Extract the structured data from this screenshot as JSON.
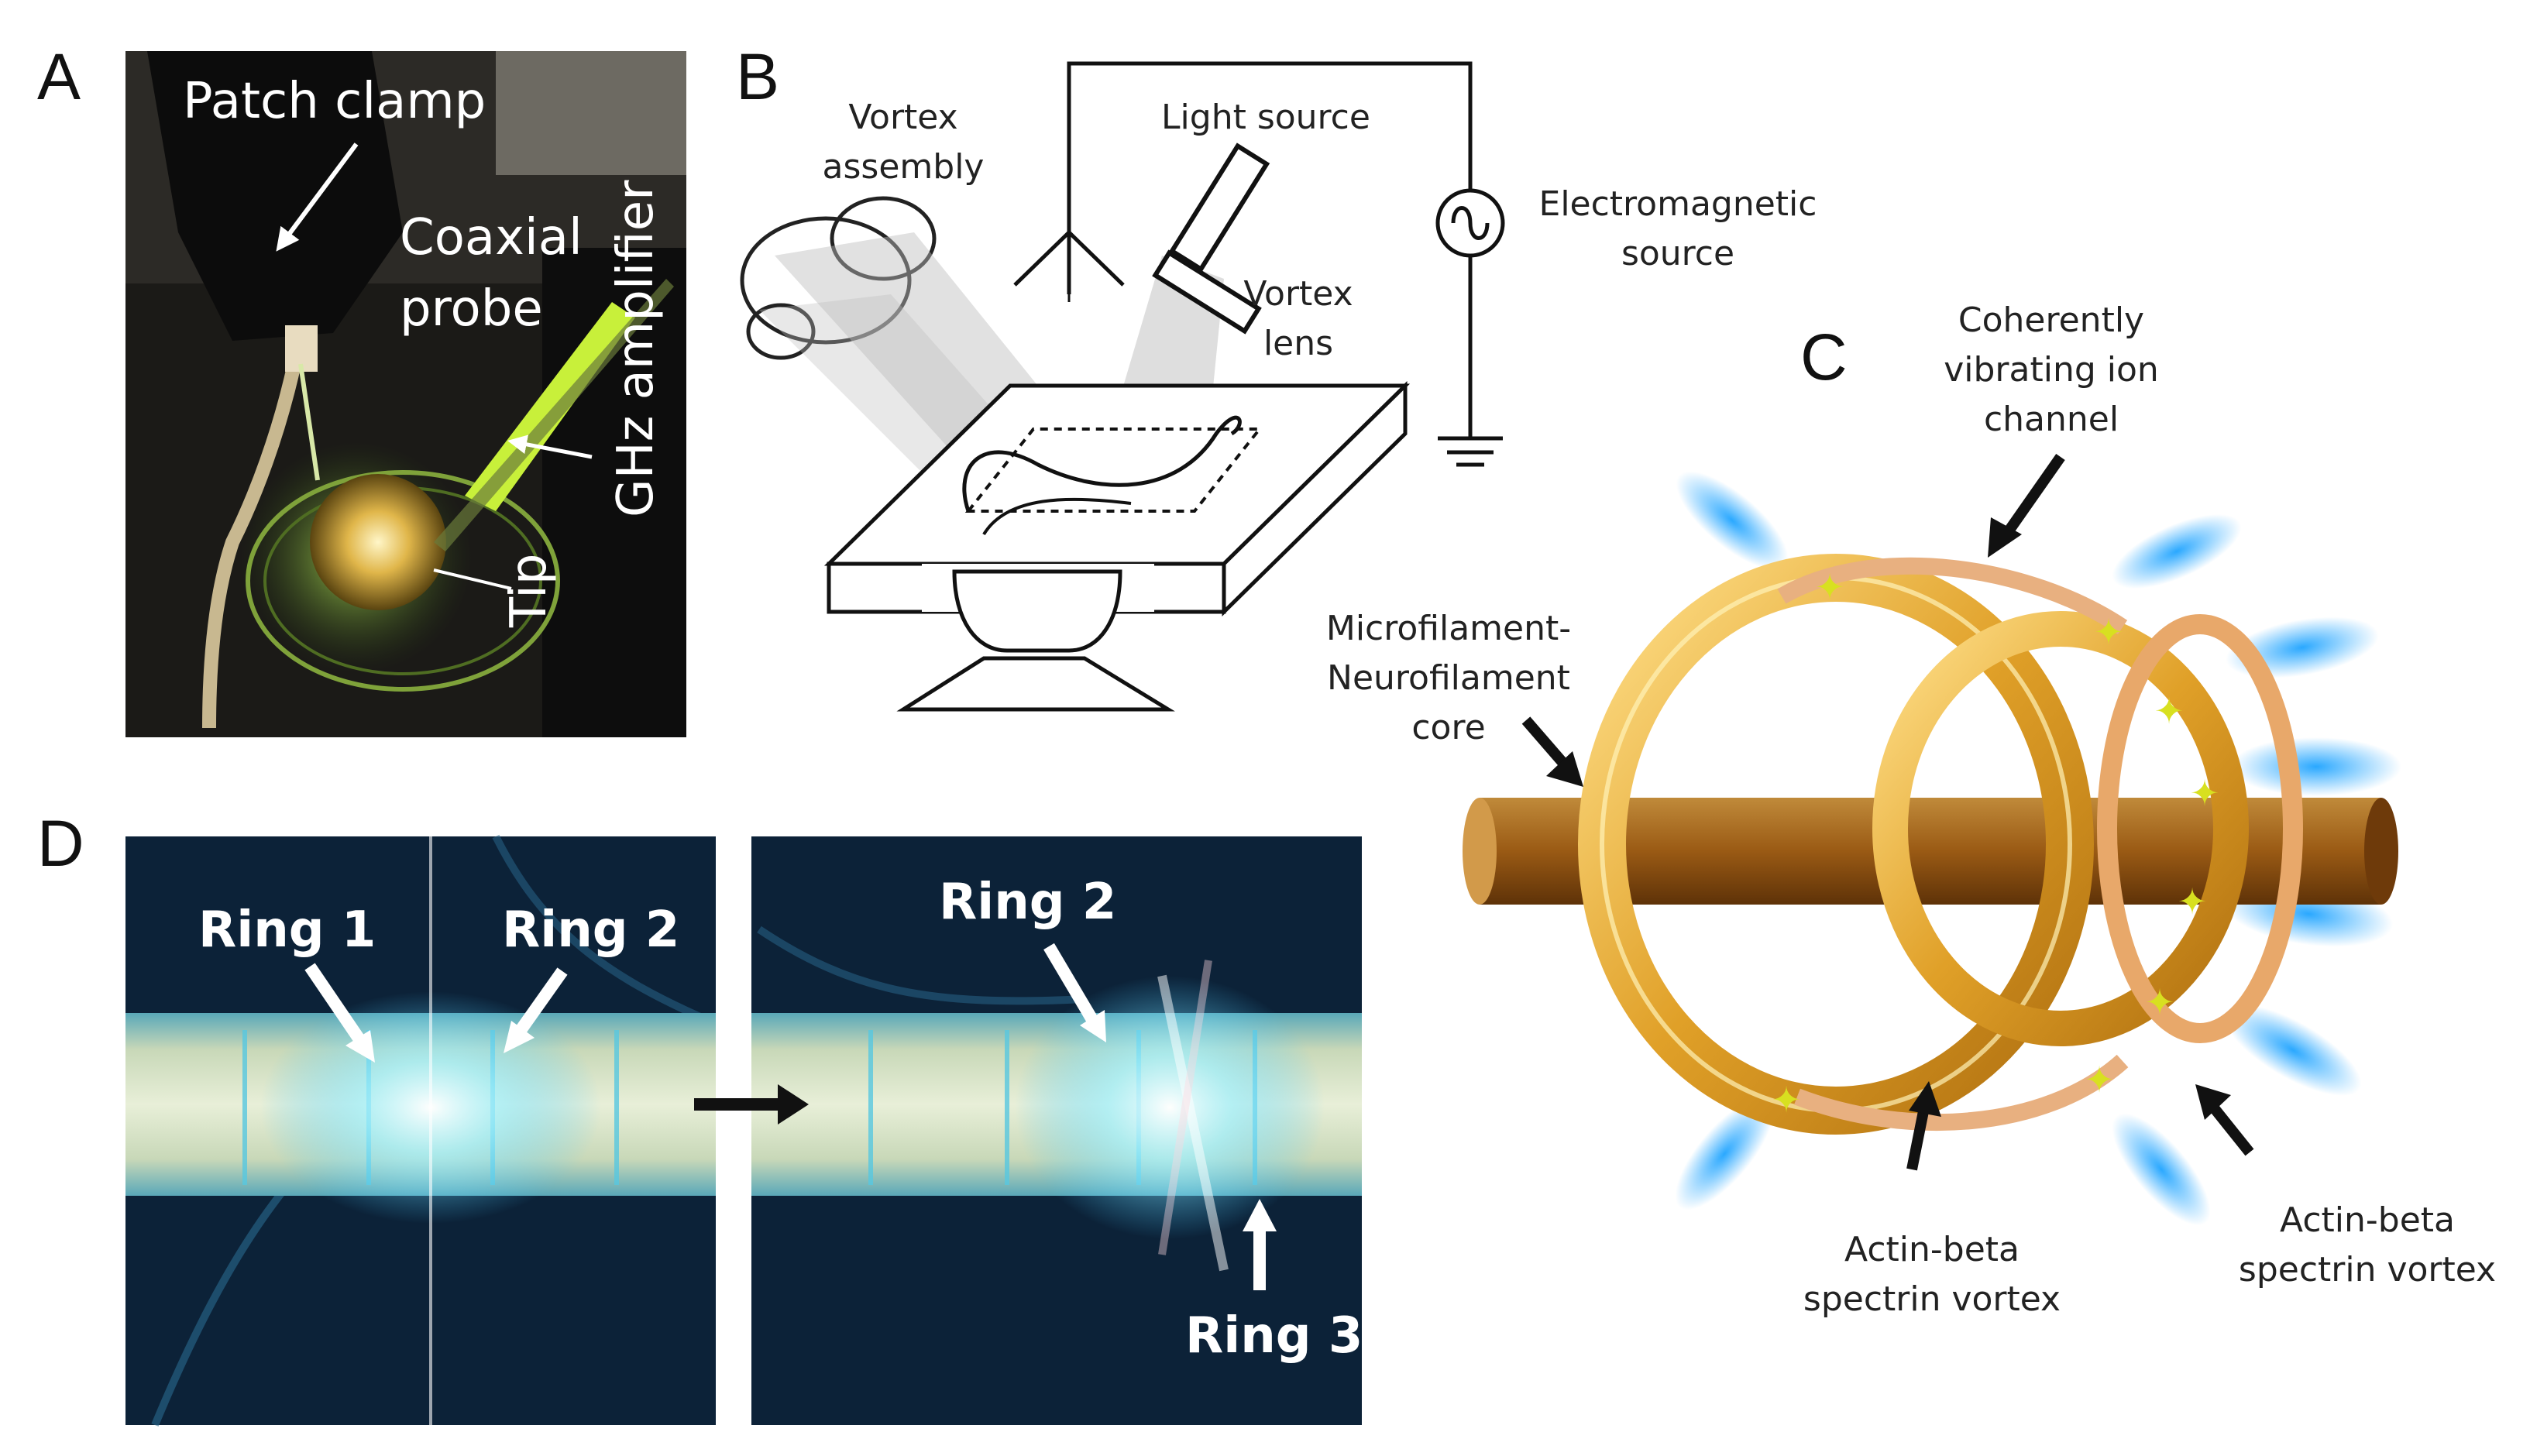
{
  "panels": {
    "a": {
      "letter": "A",
      "labels": {
        "patch_clamp": "Patch clamp",
        "coaxial": "Coaxial",
        "probe": "probe",
        "ghz_amplifier": "GHz amplifier",
        "tip": "Tip"
      }
    },
    "b": {
      "letter": "B",
      "labels": {
        "vortex_assembly_1": "Vortex",
        "vortex_assembly_2": "assembly",
        "light_source": "Light source",
        "vortex_lens_1": "Vortex",
        "vortex_lens_2": "lens",
        "em_source_1": "Electromagnetic",
        "em_source_2": "source"
      }
    },
    "c": {
      "letter": "C",
      "labels": {
        "ion_channel_1": "Coherently",
        "ion_channel_2": "vibrating ion",
        "ion_channel_3": "channel",
        "core_1": "Microfilament-",
        "core_2": "Neurofilament",
        "core_3": "core",
        "vortex_left_1": "Actin-beta",
        "vortex_left_2": "spectrin  vortex",
        "vortex_right_1": "Actin-beta",
        "vortex_right_2": "spectrin  vortex"
      }
    },
    "d": {
      "letter": "D",
      "labels": {
        "ring1": "Ring 1",
        "ring2_left": "Ring 2",
        "ring2_right": "Ring 2",
        "ring3": "Ring 3"
      }
    }
  }
}
